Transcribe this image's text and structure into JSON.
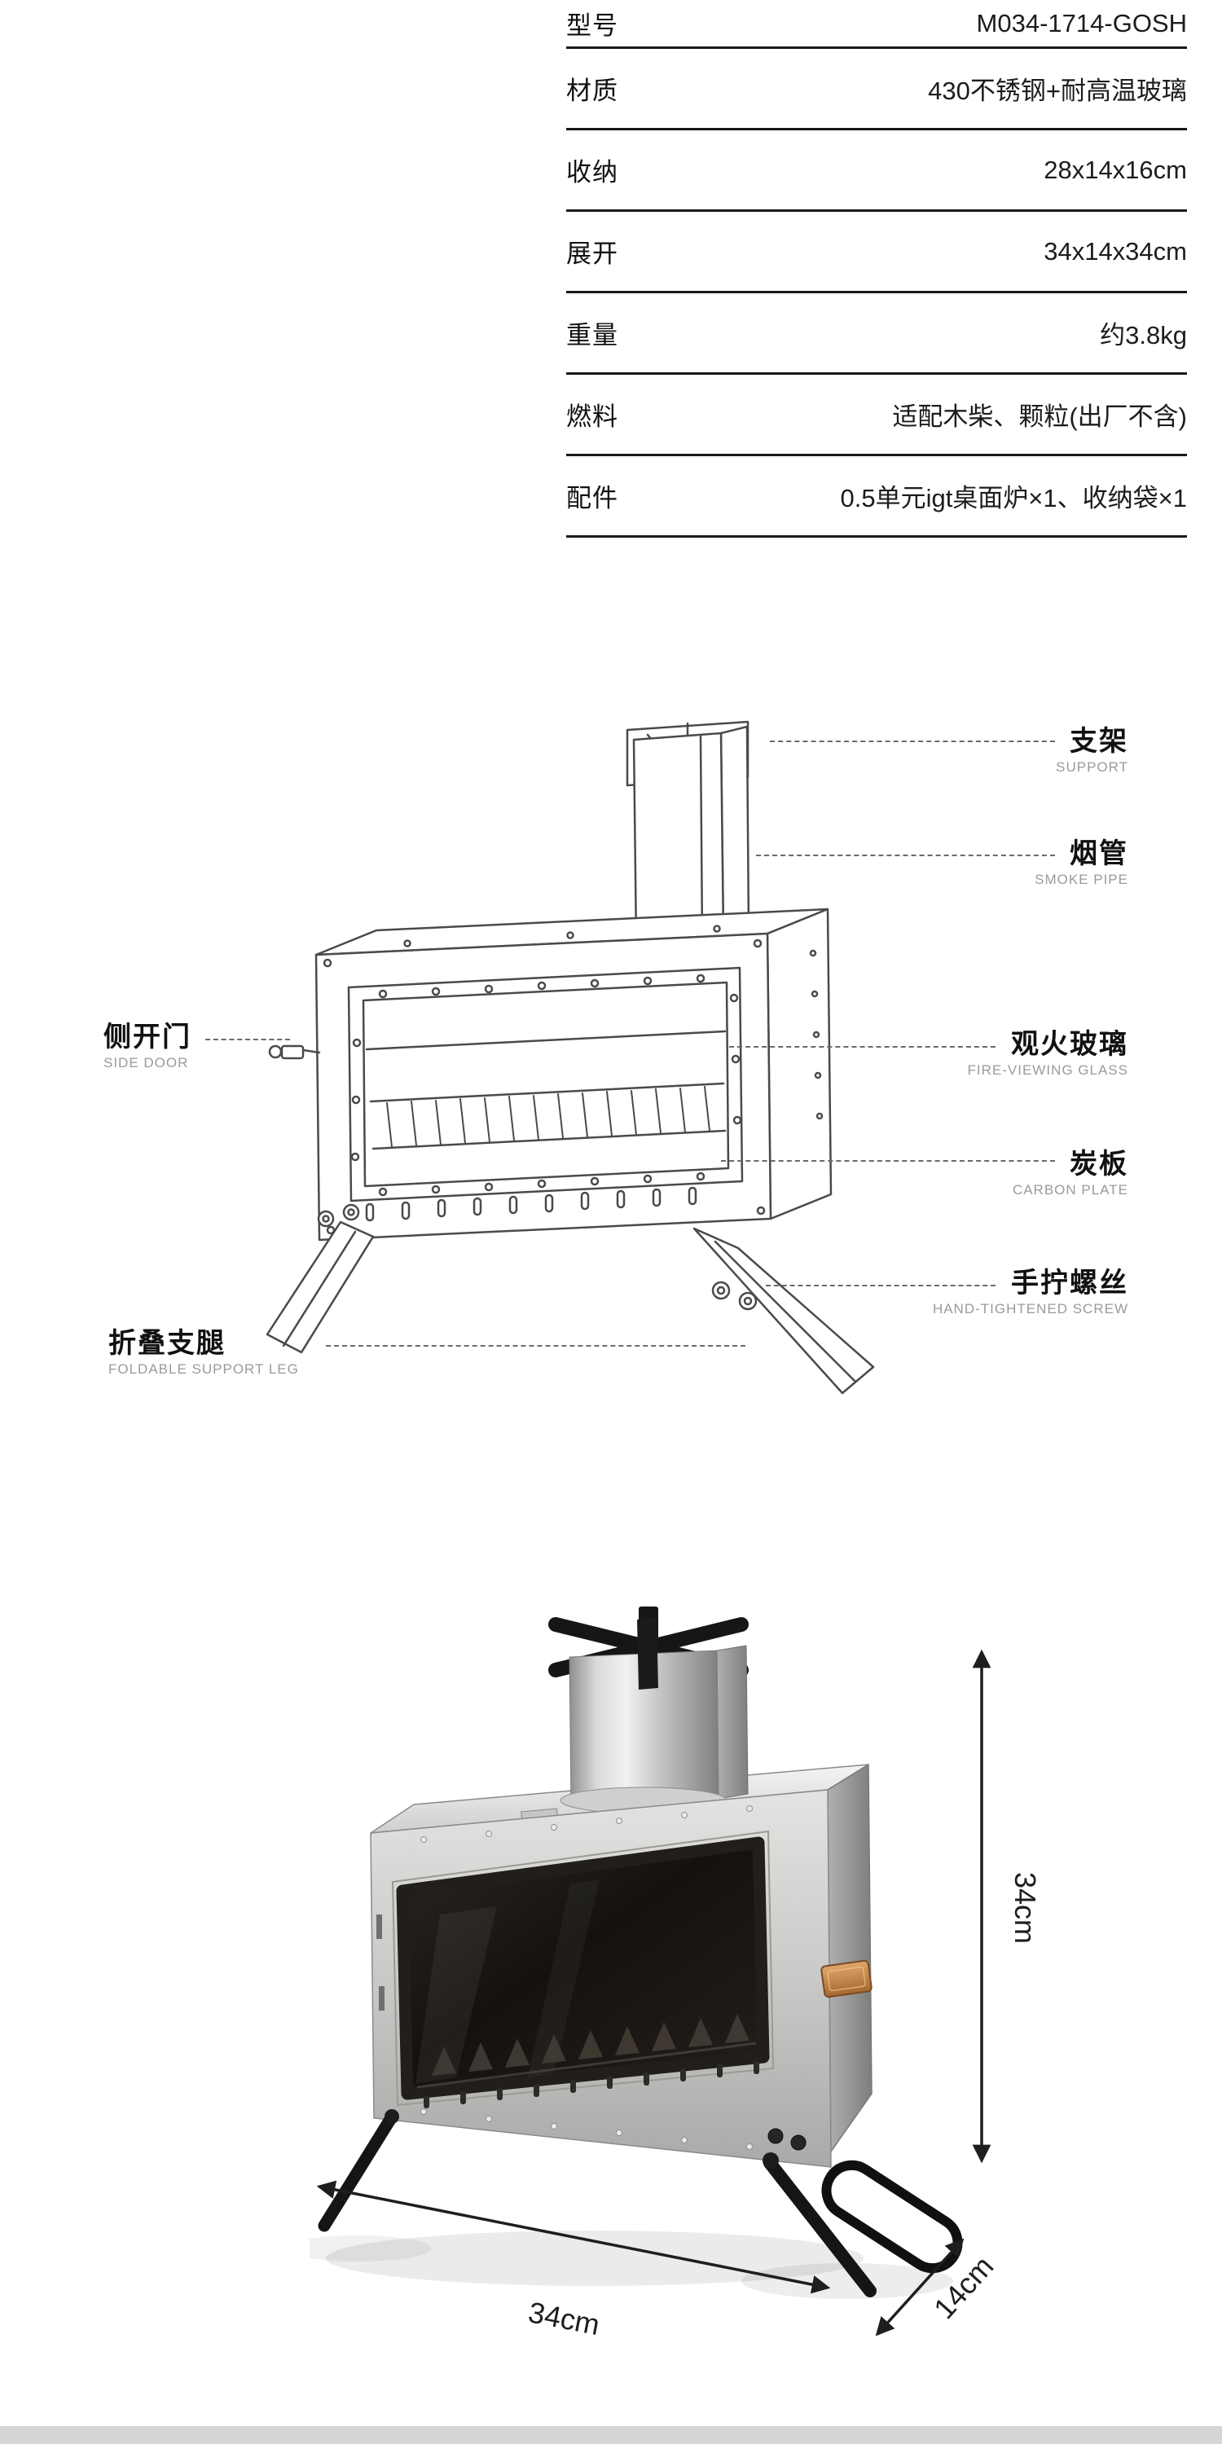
{
  "spec_table": {
    "rows": [
      {
        "label": "型号",
        "value": "M034-1714-GOSH"
      },
      {
        "label": "材质",
        "value": "430不锈钢+耐高温玻璃"
      },
      {
        "label": "收纳",
        "value": "28x14x16cm"
      },
      {
        "label": "展开",
        "value": "34x14x34cm"
      },
      {
        "label": "重量",
        "value": "约3.8kg"
      },
      {
        "label": "燃料",
        "value": "适配木柴、颗粒(出厂不含)"
      },
      {
        "label": "配件",
        "value": "0.5单元igt桌面炉×1、收纳袋×1"
      }
    ]
  },
  "diagram": {
    "callouts": {
      "support": {
        "zh": "支架",
        "en": "SUPPORT"
      },
      "smoke_pipe": {
        "zh": "烟管",
        "en": "SMOKE PIPE"
      },
      "fire_viewing_glass": {
        "zh": "观火玻璃",
        "en": "FIRE-VIEWING GLASS"
      },
      "carbon_plate": {
        "zh": "炭板",
        "en": "CARBON PLATE"
      },
      "hand_tightened_screw": {
        "zh": "手拧螺丝",
        "en": "HAND-TIGHTENED SCREW"
      },
      "side_door": {
        "zh": "侧开门",
        "en": "SIDE DOOR"
      },
      "foldable_support_leg": {
        "zh": "折叠支腿",
        "en": "FOLDABLE SUPPORT LEG"
      }
    }
  },
  "photo": {
    "dimensions": {
      "height": "34cm",
      "width": "34cm",
      "depth": "14cm"
    }
  },
  "colors": {
    "text": "#1a1a1a",
    "divider": "#191919",
    "callout_en": "#9a9a9a",
    "dash_line": "#6a6a6a",
    "dimension": "#1e1e1e"
  }
}
